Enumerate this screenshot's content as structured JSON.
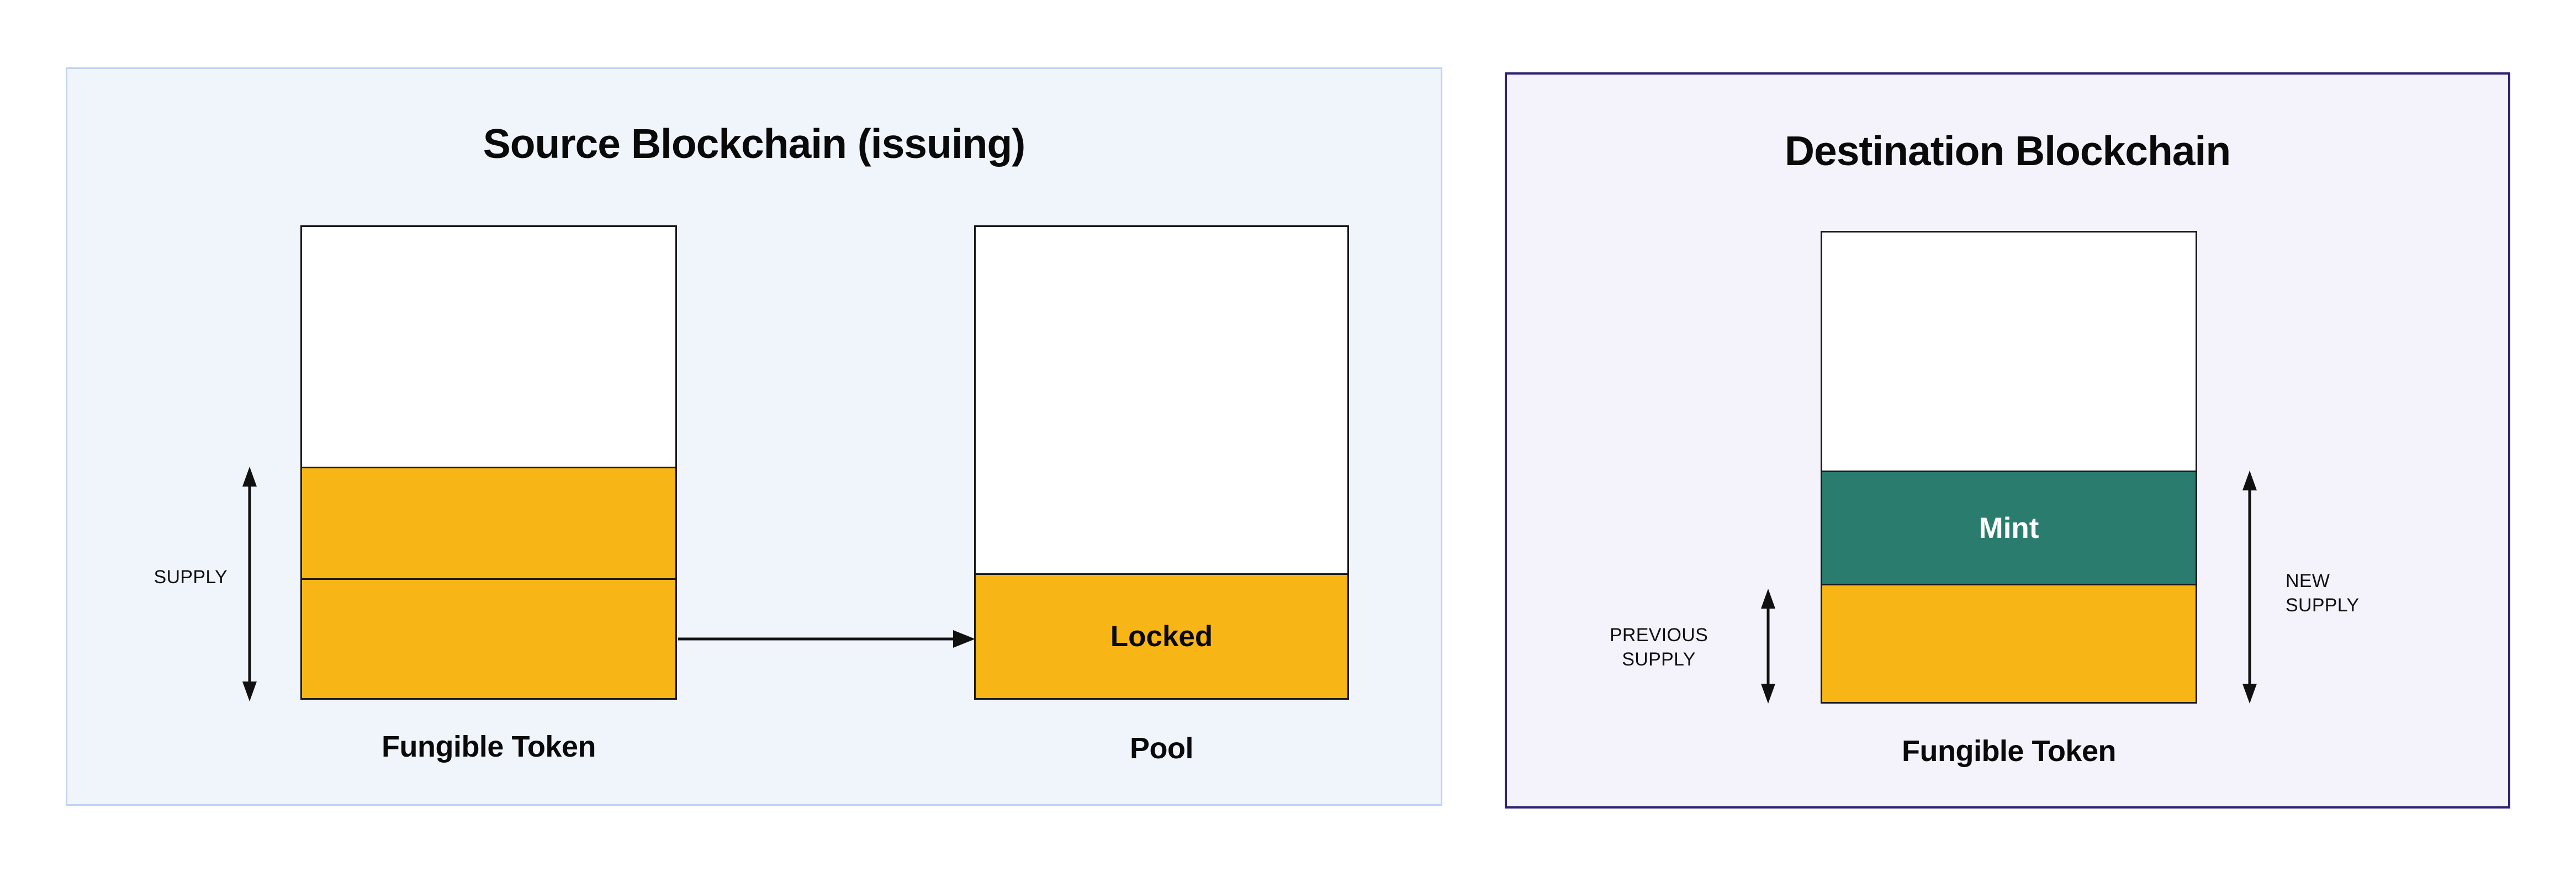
{
  "source_panel": {
    "title": "Source Blockchain (issuing)",
    "supply_label": "SUPPLY",
    "fungible_token": {
      "caption": "Fungible Token"
    },
    "pool": {
      "caption": "Pool",
      "locked_label": "Locked"
    }
  },
  "destination_panel": {
    "title": "Destination Blockchain",
    "previous_supply_label": "PREVIOUS\nSUPPLY",
    "new_supply_label": "NEW\nSUPPLY",
    "fungible_token": {
      "caption": "Fungible Token",
      "mint_label": "Mint"
    }
  },
  "colors": {
    "token_fill": "#F8B616",
    "mint_fill": "#2A7D6E",
    "outline": "#1A1A1A",
    "source_panel_bg": "#F0F4FB",
    "source_panel_border": "#BED3F0",
    "destination_panel_bg": "#F4F2FB",
    "destination_panel_border": "#2E2273"
  }
}
